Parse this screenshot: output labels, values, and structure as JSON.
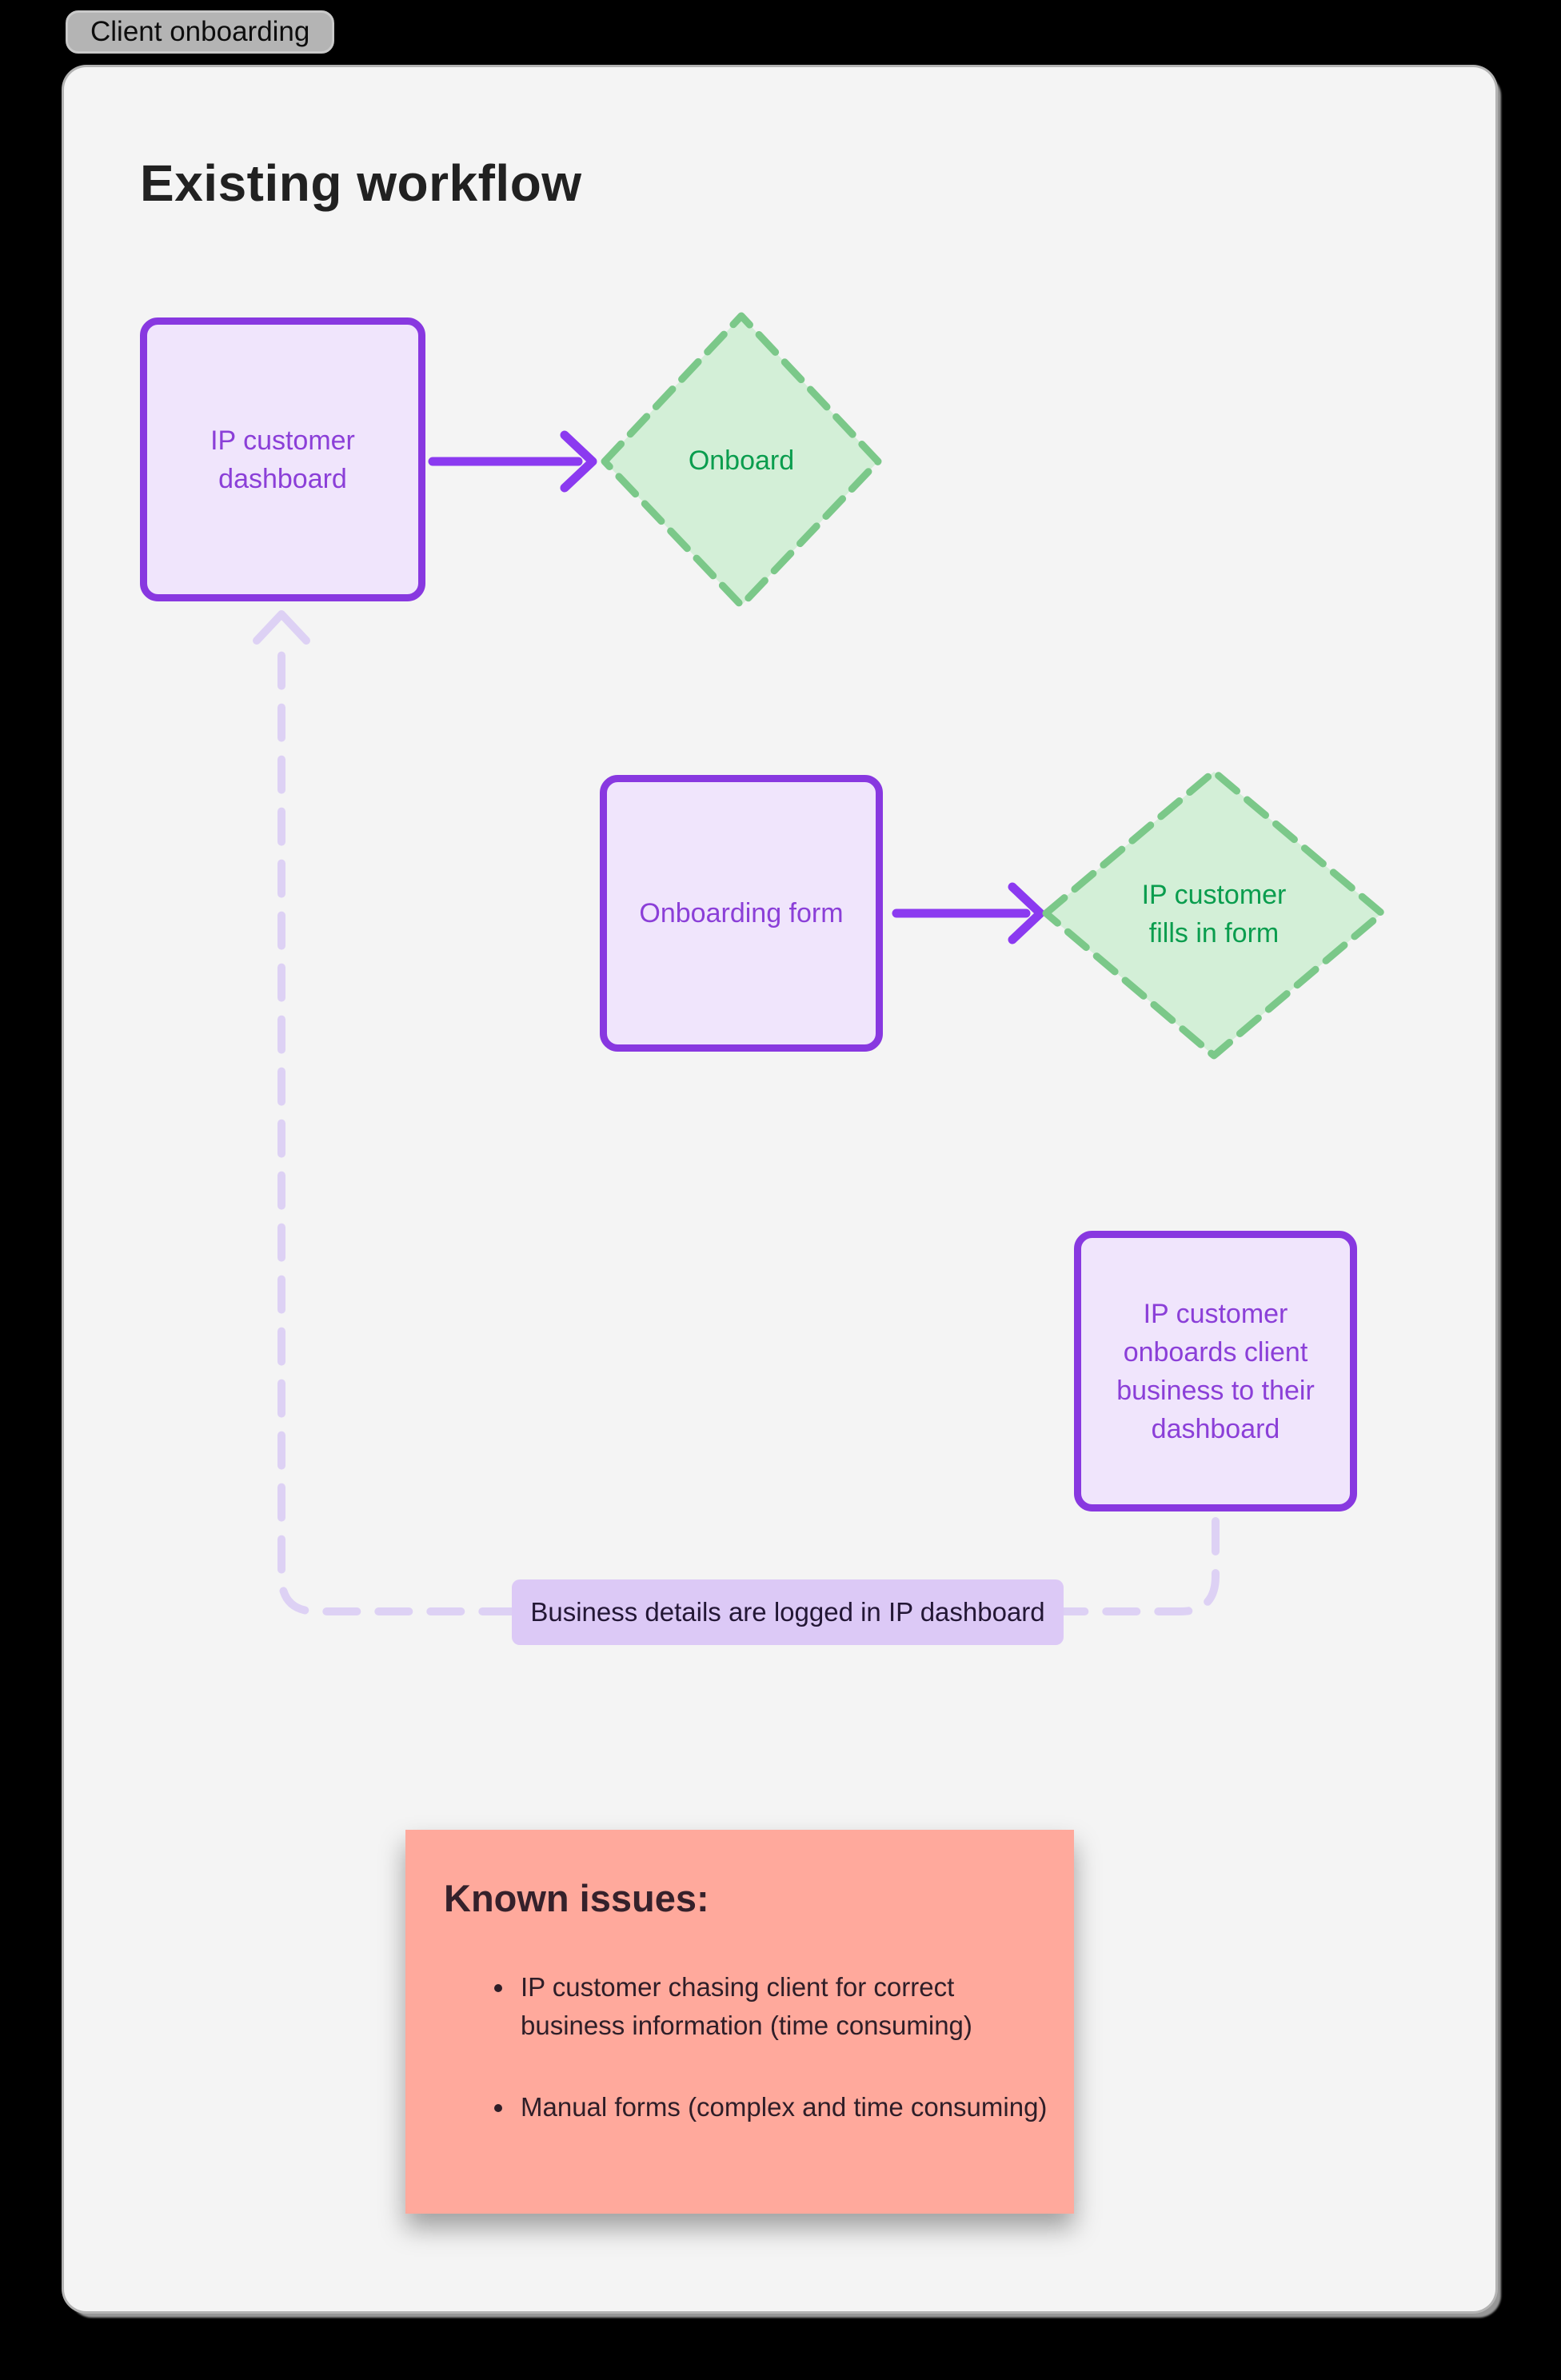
{
  "board": {
    "tab_label": "Client onboarding"
  },
  "page": {
    "title": "Existing workflow"
  },
  "flow": {
    "nodes": [
      {
        "id": "ip-customer-dashboard",
        "type": "process",
        "label": "IP customer dashboard"
      },
      {
        "id": "onboard",
        "type": "decision",
        "label": "Onboard"
      },
      {
        "id": "onboarding-form",
        "type": "process",
        "label": "Onboarding form"
      },
      {
        "id": "ip-customer-fills-in-form",
        "type": "decision",
        "label": "IP customer fills in form"
      },
      {
        "id": "ip-customer-onboards-client",
        "type": "process",
        "label": "IP customer onboards client business to their dashboard"
      }
    ],
    "edge_label": "Business details are logged in IP dashboard"
  },
  "issues": {
    "title": "Known issues:",
    "items": [
      "IP customer chasing client for correct business information (time consuming)",
      "Manual forms (complex and time consuming)"
    ]
  },
  "colors": {
    "purple_border": "#8838e0",
    "purple_fill": "#f0e5fc",
    "purple_text": "#8b3fd8",
    "green_border": "#7bc889",
    "green_fill": "#d3efd7",
    "green_text": "#0a9d4e",
    "connector_dashed": "#ddd1f4",
    "edge_label_bg": "#dcc9f6",
    "note_bg": "#ffa99c",
    "panel_bg": "#f4f4f4"
  }
}
